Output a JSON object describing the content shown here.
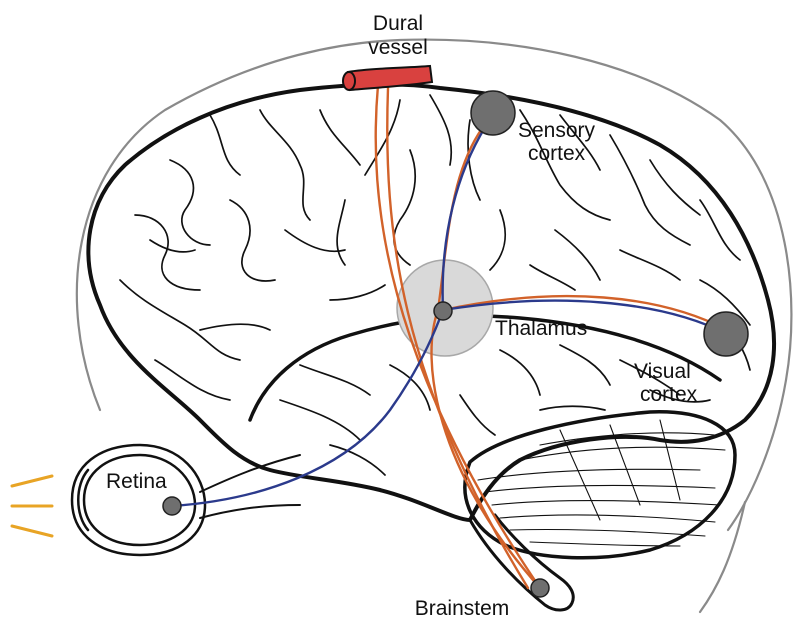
{
  "labels": {
    "dural_line1": "Dural",
    "dural_line2": "vessel",
    "sensory_line1": "Sensory",
    "sensory_line2": "cortex",
    "thalamus": "Thalamus",
    "visual_line1": "Visual",
    "visual_line2": "cortex",
    "retina": "Retina",
    "brainstem": "Brainstem"
  },
  "colors": {
    "orange_pathway": "#d2622a",
    "blue_pathway": "#2b3a8c",
    "dural_vessel": "#d9413f",
    "node_fill": "#6f6f6f",
    "thalamus_halo": "#d9d9d9",
    "light_rays": "#e8a425"
  }
}
